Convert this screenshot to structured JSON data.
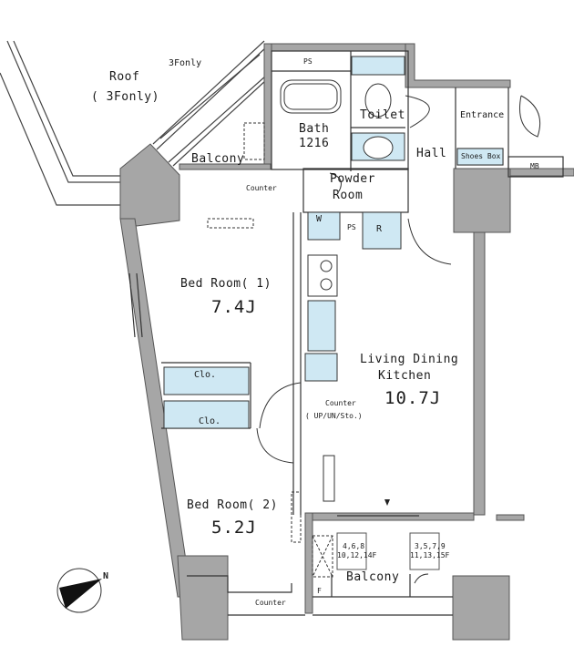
{
  "colors": {
    "wall": "#a6a6a6",
    "wall_stroke": "#555555",
    "fixture": "#cfe8f3",
    "line": "#333333",
    "bg": "#ffffff"
  },
  "labels": {
    "roof": "Roof",
    "roof_note": "( 3Fonly)",
    "three_f_only": "3Fonly",
    "balcony_top": "Balcony",
    "counter_top": "Counter",
    "ps_top": "PS",
    "bath": "Bath",
    "bath_size": "1216",
    "toilet": "Toilet",
    "entrance": "Entrance",
    "hall": "Hall",
    "shoes_box": "Shoes Box",
    "mb": "MB",
    "powder_room_1": "Powder",
    "powder_room_2": "Room",
    "washer": "W",
    "ps_mid": "PS",
    "refrigerator": "R",
    "bedroom1": "Bed Room( 1)",
    "bedroom1_area": "7.4J",
    "clo1": "Clo.",
    "clo2": "Clo.",
    "ldk_1": "Living Dining",
    "ldk_2": "Kitchen",
    "ldk_area": "10.7J",
    "counter_kitchen": "Counter",
    "counter_kitchen_note": "( UP/UN/Sto.)",
    "bedroom2": "Bed Room( 2)",
    "bedroom2_area": "5.2J",
    "counter_bottom": "Counter",
    "balcony_bottom": "Balcony",
    "hatch1_line1": "4,6,8",
    "hatch1_line2": "10,12,14F",
    "hatch2_line1": "3,5,7,9",
    "hatch2_line2": "11,13,15F",
    "compass_n": "N",
    "f_mark": "F"
  }
}
